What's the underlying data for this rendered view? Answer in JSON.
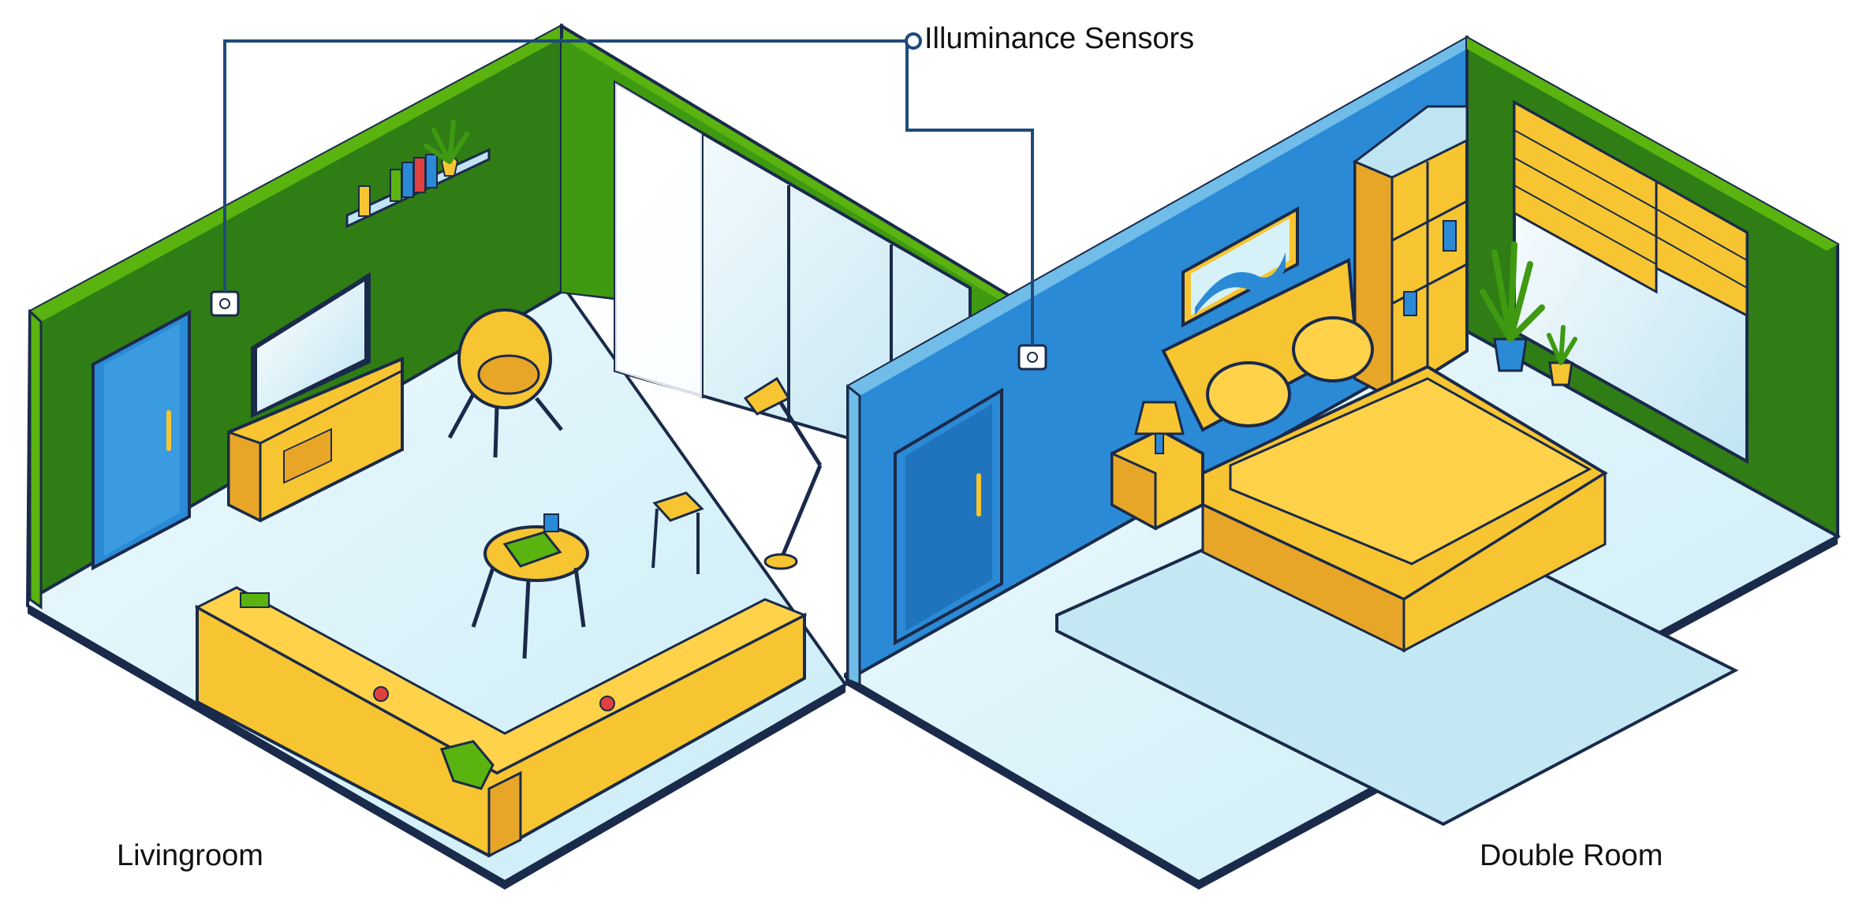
{
  "callout": {
    "label": "Illuminance Sensors"
  },
  "rooms": [
    {
      "label": "Livingroom"
    },
    {
      "label": "Double Room"
    }
  ],
  "colors": {
    "wall_green_dark": "#2f7d14",
    "wall_green_light": "#5ab30f",
    "wall_blue": "#2b8ad6",
    "floor": "#d6f1f8",
    "furniture_yellow": "#f7c531",
    "furniture_orange": "#e8a628",
    "outline": "#1a2a4a",
    "callout_line": "#1e4a7a"
  },
  "icons": [
    "door-icon",
    "window-icon",
    "sofa-icon",
    "tv-icon",
    "bed-icon",
    "plant-icon",
    "lamp-icon",
    "sensor-icon",
    "chair-icon",
    "table-icon",
    "bookshelf-icon",
    "painting-icon",
    "rug-icon",
    "blinds-icon"
  ]
}
